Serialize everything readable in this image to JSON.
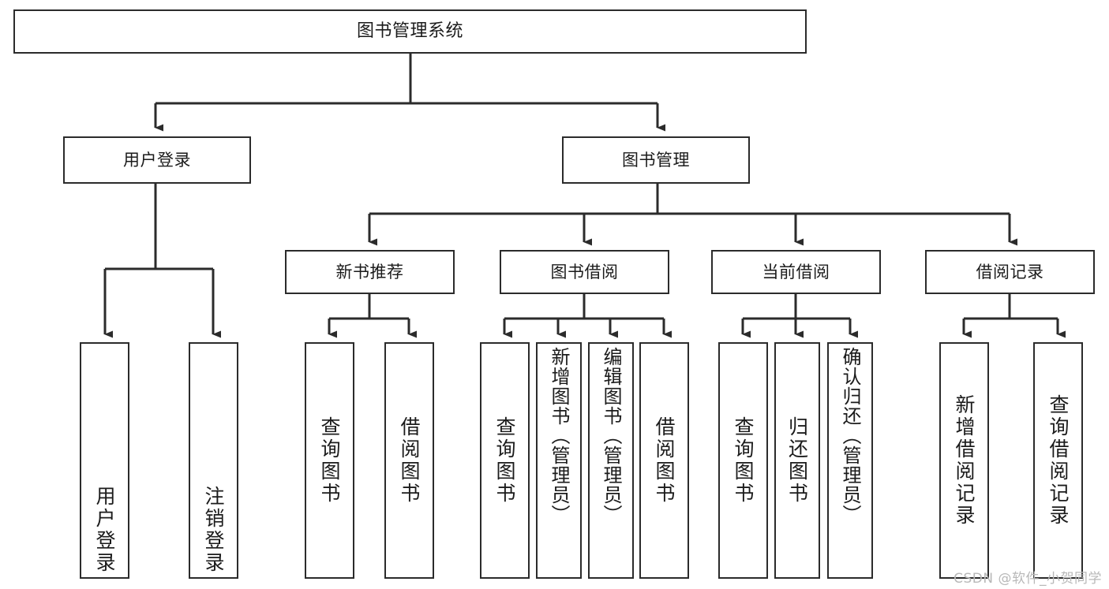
{
  "diagram": {
    "type": "tree",
    "title": "图书管理系统",
    "orientation": "top-down",
    "line_color": "#2b2b2b",
    "box_fill": "#ffffff",
    "text_color": "#1b1b1b",
    "nodes": {
      "root": {
        "label": "图书管理系统"
      },
      "l2": [
        {
          "label": "用户登录"
        },
        {
          "label": "图书管理"
        }
      ],
      "l3": [
        {
          "label": "新书推荐"
        },
        {
          "label": "图书借阅"
        },
        {
          "label": "当前借阅"
        },
        {
          "label": "借阅记录"
        }
      ],
      "leaves_user_login": [
        {
          "label": "用户登录"
        },
        {
          "label": "注销登录"
        }
      ],
      "leaves_new_books": [
        {
          "label": "查询图书"
        },
        {
          "label": "借阅图书"
        }
      ],
      "leaves_borrow": [
        {
          "label": "查询图书"
        },
        {
          "label": "新增图书（管理员）"
        },
        {
          "label": "编辑图书（管理员）"
        },
        {
          "label": "借阅图书"
        }
      ],
      "leaves_current": [
        {
          "label": "查询图书"
        },
        {
          "label": "归还图书"
        },
        {
          "label": "确认归还（管理员）"
        }
      ],
      "leaves_records": [
        {
          "label": "新增借阅记录"
        },
        {
          "label": "查询借阅记录"
        }
      ]
    }
  },
  "watermark": {
    "text": "CSDN @软件_小贺同学",
    "color": "#b8b8b8"
  }
}
